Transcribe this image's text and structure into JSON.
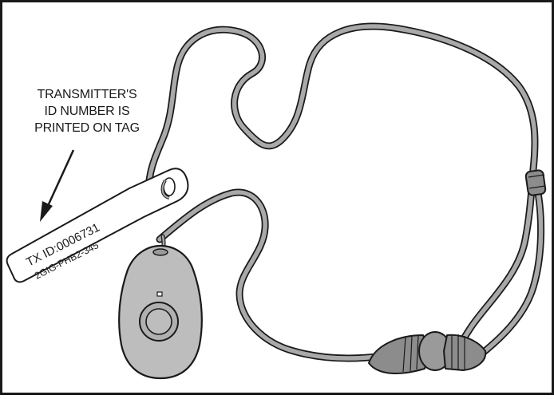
{
  "callout": {
    "lines": [
      "TRANSMITTER'S",
      "ID NUMBER IS",
      "PRINTED ON TAG"
    ]
  },
  "tag": {
    "line1": "TX ID:0006731",
    "line2": "2GIG-PHB2-345"
  },
  "colors": {
    "cord": "#a9a9a9",
    "cord_outline": "#1a1a1a",
    "pendant": "#bdbdbd",
    "pendant_shade": "#9a9a9a",
    "connector": "#8c8c8c",
    "tag": "#ffffff",
    "frame": "#1a1a1a"
  },
  "icons": [
    "pendant-transmitter-icon",
    "panic-button-icon",
    "breakaway-connector-icon",
    "cord-slider-icon",
    "arrow-icon"
  ]
}
